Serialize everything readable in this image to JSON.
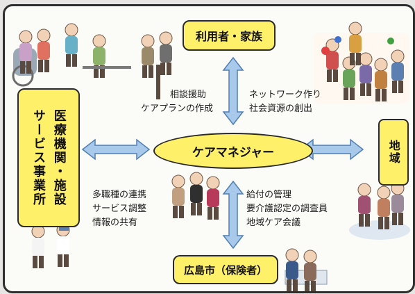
{
  "nodes": {
    "family": "利用者・家族",
    "care_manager": "ケアマネジャー",
    "region": "地域",
    "city": "広島市（保険者）",
    "medical_col1": "医療機関・施設",
    "medical_col2": "サービス事業所"
  },
  "labels": {
    "top_left": [
      "相談援助",
      "ケアプランの作成"
    ],
    "top_right": [
      "ネットワーク作り",
      "社会資源の創出"
    ],
    "bottom_left": [
      "多職種の連携",
      "サービス調整",
      "情報の共有"
    ],
    "bottom_right": [
      "給付の管理",
      "要介護認定の調査員",
      "地域ケア会議"
    ]
  },
  "colors": {
    "box_fill": "#fff06a",
    "arrow_fill": "#a9c9ea",
    "arrow_stroke": "#4f7fb5",
    "frame": "#2f2f2f"
  }
}
